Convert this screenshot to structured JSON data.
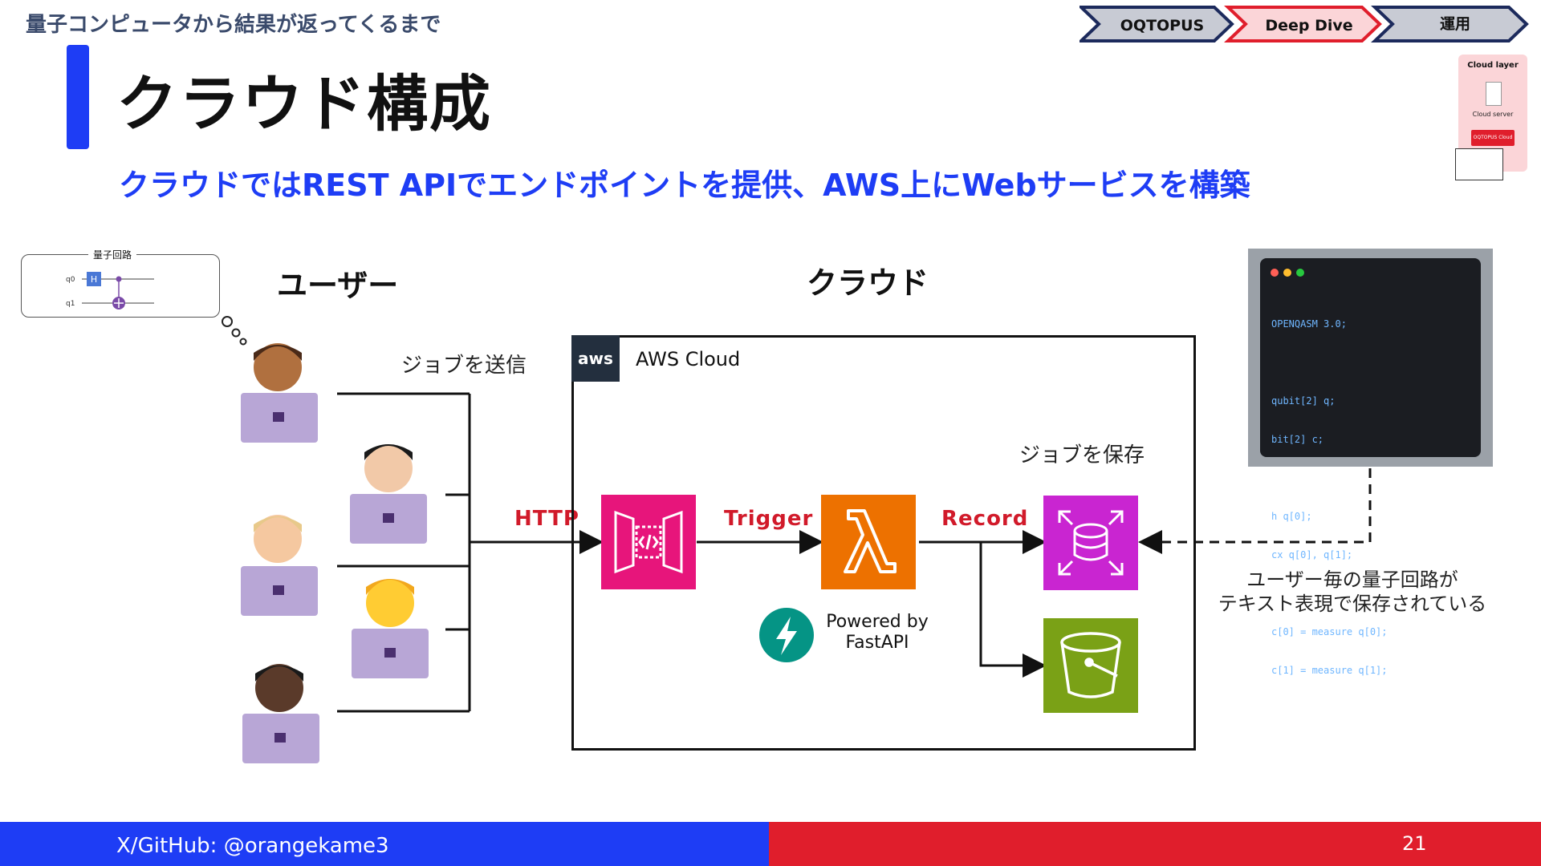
{
  "header": {
    "subtitle": "量子コンピュータから結果が返ってくるまで",
    "title": "クラウド構成",
    "lead": "クラウドではREST APIでエンドポイントを提供、AWS上にWebサービスを構築"
  },
  "breadcrumb": {
    "steps": [
      "OQTOPUS",
      "Deep Dive",
      "運用"
    ],
    "active_index": 1
  },
  "thumbnail": {
    "title": "Cloud layer",
    "server_label": "Cloud server",
    "button_label": "OQTOPUS Cloud"
  },
  "circuit": {
    "title": "量子回路",
    "qubits": [
      "q0",
      "q1"
    ],
    "gate": "H"
  },
  "diagram": {
    "users_label": "ユーザー",
    "cloud_label": "クラウド",
    "submit_label": "ジョブを送信",
    "save_label": "ジョブを保存",
    "aws_logo": "aws",
    "aws_title": "AWS Cloud",
    "arrow_http": "HTTP",
    "arrow_trigger": "Trigger",
    "arrow_record": "Record",
    "fastapi_line1": "Powered by",
    "fastapi_line2": "FastAPI",
    "note_line1": "ユーザー毎の量子回路が",
    "note_line2": "テキスト表現で保存されている",
    "colors": {
      "api_gateway": "#e7157b",
      "lambda": "#ed7100",
      "database": "#c925d1",
      "s3": "#7aa116",
      "fastapi": "#059485"
    }
  },
  "code": {
    "lines": [
      "OPENQASM 3.0;",
      "",
      "qubit[2] q;",
      "bit[2] c;",
      "",
      "h q[0];",
      "cx q[0], q[1];",
      "",
      "c[0] = measure q[0];",
      "c[1] = measure q[1];"
    ]
  },
  "footer": {
    "handle": "X/GitHub: @orangekame3",
    "page": "21"
  }
}
